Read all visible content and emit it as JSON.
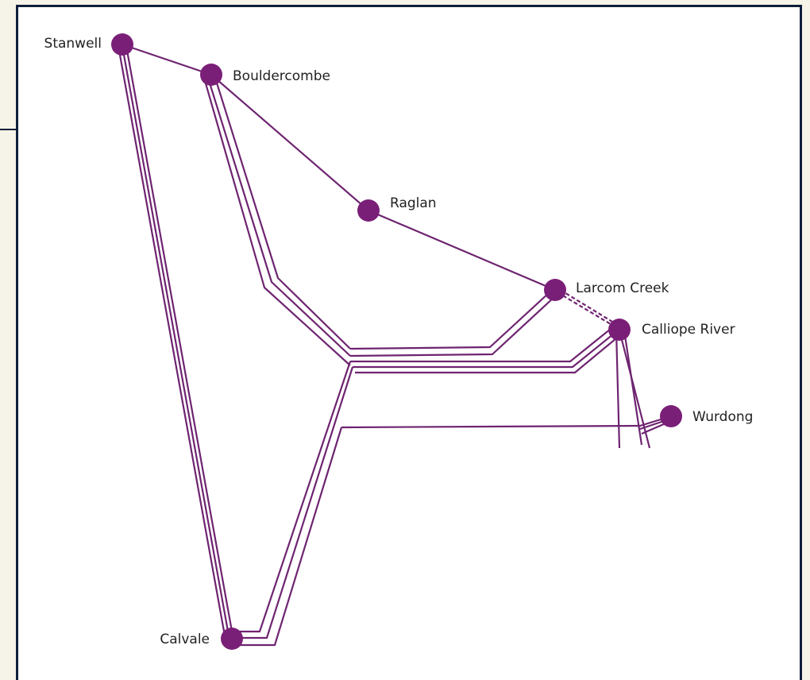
{
  "diagram": {
    "colors": {
      "line": "#6e2470",
      "node": "#7a1f78",
      "frame": "#0d1f3a",
      "background": "#f6f3e8"
    },
    "stations": [
      {
        "id": "stanwell",
        "label": "Stanwell"
      },
      {
        "id": "bouldercombe",
        "label": "Bouldercombe"
      },
      {
        "id": "raglan",
        "label": "Raglan"
      },
      {
        "id": "larcom-creek",
        "label": "Larcom Creek"
      },
      {
        "id": "calliope-river",
        "label": "Calliope River"
      },
      {
        "id": "wurdong",
        "label": "Wurdong"
      },
      {
        "id": "calvale",
        "label": "Calvale"
      }
    ]
  }
}
